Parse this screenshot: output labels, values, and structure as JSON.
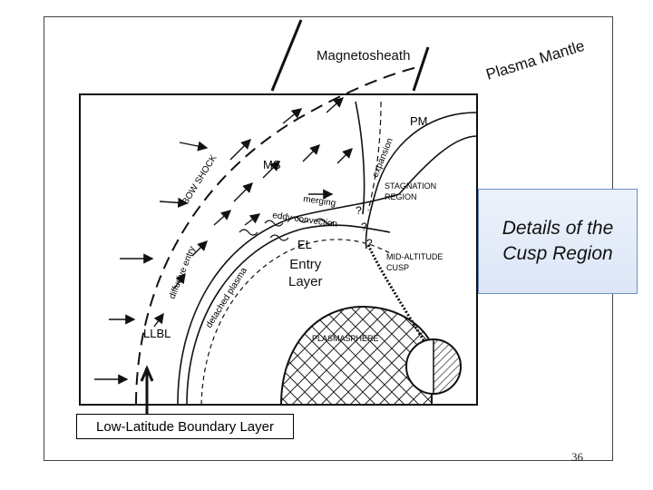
{
  "slide": {
    "magnetosheath": "Magnetosheath",
    "plasma_mantle": "Plasma Mantle",
    "entry_layer": "Entry\nLayer",
    "callout": "Details of the\nCusp Region",
    "llbl_full": "Low-Latitude Boundary Layer",
    "page_number": "36"
  },
  "figure": {
    "pm": "PM",
    "ms": "MS",
    "bow_shock": "BOW SHOCK",
    "expansion": "expansion",
    "stagnation_1": "STAGNATION",
    "stagnation_2": "REGION",
    "merging": "merging",
    "eddy_convection": "eddy convection",
    "el": "EL",
    "mid_altitude_1": "MID-ALTITUDE",
    "mid_altitude_2": "CUSP",
    "diffusive_entry": "diffusive entry",
    "detached_plasma": "detached plasma",
    "llbl": "LLBL",
    "plasmasphere": "PLASMASPHERE",
    "q1": "?",
    "q2": "?",
    "q3": "?"
  },
  "colors": {
    "ink": "#111111",
    "callout_border": "#6d8fc4",
    "callout_fill": "#dce6f6"
  }
}
